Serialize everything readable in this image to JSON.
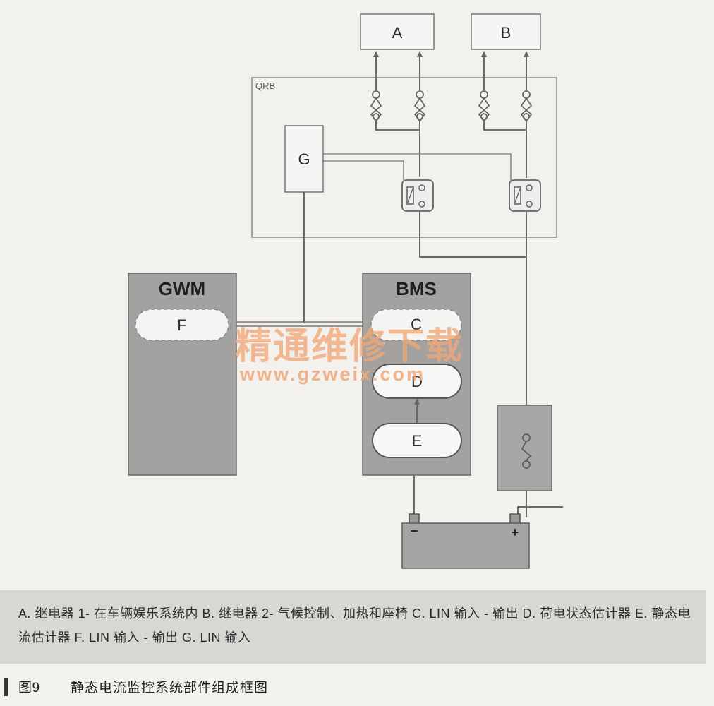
{
  "diagram": {
    "boxes": {
      "a": "A",
      "b": "B",
      "g": "G",
      "gwm": "GWM",
      "bms": "BMS",
      "f": "F",
      "c": "C",
      "d": "D",
      "e": "E",
      "qrb": "QRB"
    },
    "battery": {
      "negative": "−",
      "positive": "+"
    },
    "watermark": {
      "line1": "精通维修下载",
      "line2": "www.gzweix.com"
    }
  },
  "legend": {
    "text": "A. 继电器 1- 在车辆娱乐系统内 B. 继电器 2- 气候控制、加热和座椅 C. LIN 输入 - 输出 D. 荷电状态估计器 E. 静态电流估计器 F. LIN 输入 - 输出 G. LIN 输入"
  },
  "caption": {
    "label": "图9",
    "text": "静态电流监控系统部件组成框图"
  }
}
